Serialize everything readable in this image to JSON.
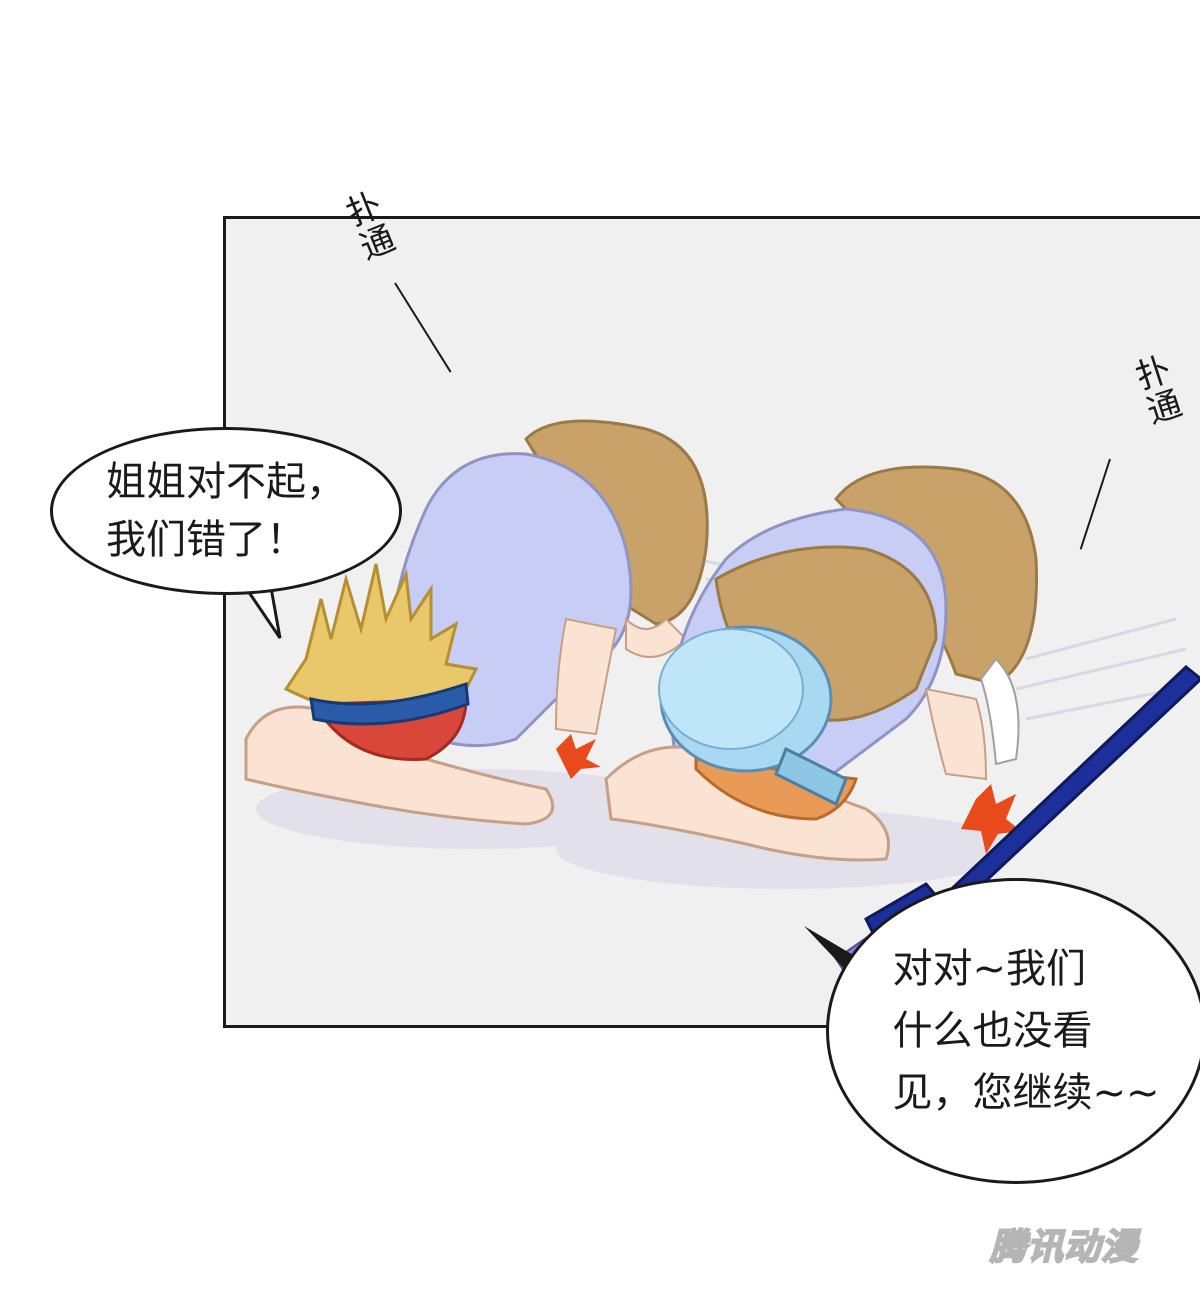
{
  "panel": {
    "sfx_left": "扑通",
    "sfx_right": "扑通"
  },
  "bubbles": {
    "left_text": "姐姐对不起，\n我们错了！",
    "right_text": "对对~我们\n什么也没看\n见，您继续~~"
  },
  "watermark": {
    "text": "腾讯动漫"
  },
  "colors": {
    "floor": "#f0f0f0",
    "shirt": "#c8cdf5",
    "shorts": "#c9a26a",
    "skin": "#fbe3d3",
    "blond_hair": "#e8c86a",
    "red_hair": "#d8473a",
    "headband": "#2a5ba8",
    "cap": "#a9d8f2",
    "broom": "#1c2f9a",
    "impact": "#e84a1c"
  }
}
